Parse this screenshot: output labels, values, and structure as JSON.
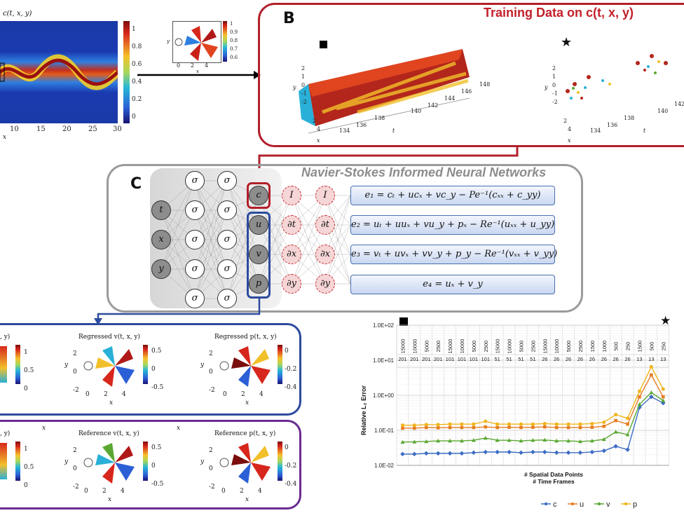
{
  "panelA": {
    "main_title": "c(t, x, y)",
    "x_ticks": [
      "10",
      "15",
      "20",
      "25",
      "30"
    ],
    "x_label": "x",
    "colorbar_ticks": [
      "1",
      "0.8",
      "0.6",
      "0.4",
      "0.2",
      "0"
    ],
    "inset_cbar_ticks": [
      "1",
      "0.9",
      "0.8",
      "0.7",
      "0.6"
    ],
    "inset_x_ticks": [
      "0",
      "2",
      "4"
    ],
    "inset_x_label": "x",
    "inset_y_label": "y"
  },
  "panelB": {
    "letter": "B",
    "title": "Training Data on c(t, x, y)",
    "left_t_ticks": [
      "134",
      "136",
      "138",
      "140",
      "142",
      "144",
      "146",
      "148"
    ],
    "left_y_ticks": [
      "2",
      "1",
      "0",
      "-1",
      "-2"
    ],
    "left_x_ticks": [
      "2",
      "4"
    ],
    "right_t_ticks": [
      "134",
      "136",
      "138",
      "140",
      "142"
    ],
    "right_y_ticks": [
      "2",
      "1",
      "0",
      "-1",
      "-2"
    ],
    "right_x_ticks": [
      "2",
      "4"
    ],
    "t_label": "t",
    "y_label": "y",
    "x_label": "x"
  },
  "panelC": {
    "letter": "C",
    "title": "Navier-Stokes Informed Neural Networks",
    "inputs": [
      "t",
      "x",
      "y"
    ],
    "hidden": "σ",
    "outputs": [
      "c",
      "u",
      "v",
      "p"
    ],
    "op_layer1": [
      "I",
      "∂t",
      "∂x",
      "∂y"
    ],
    "op_layer2": [
      "I",
      "∂t",
      "∂x",
      "∂y"
    ],
    "equations": [
      "e₁ = cₜ + ucₓ + vc_y − Pe⁻¹(cₓₓ + c_yy)",
      "e₂ = uₜ + uuₓ + vu_y + pₓ − Re⁻¹(uₓₓ + u_yy)",
      "e₃ = vₜ + uvₓ + vv_y + p_y − Re⁻¹(vₓₓ + v_yy)",
      "e₄ = uₓ + v_y"
    ]
  },
  "regressed": {
    "left_title": ", y)",
    "v_title": "Regressed v(t, x, y)",
    "p_title": "Regressed p(t, x, y)",
    "left_cbar": [
      "1",
      "0.5",
      "0"
    ],
    "v_cbar": [
      "0.5",
      "0",
      "-0.5"
    ],
    "p_cbar": [
      "0",
      "-0.2",
      "-0.4"
    ],
    "y_ticks": [
      "2",
      "0",
      "-2"
    ],
    "x_ticks": [
      "0",
      "2",
      "4"
    ],
    "x_label": "x",
    "y_label": "y"
  },
  "reference": {
    "left_title": ", y)",
    "v_title": "Reference v(t, x, y)",
    "p_title": "Reference p(t, x, y)",
    "left_cbar": [
      "1",
      "0.5",
      "0"
    ],
    "v_cbar": [
      "0.5",
      "0",
      "-0.5"
    ],
    "p_cbar": [
      "0",
      "-0.2",
      "-0.4"
    ],
    "y_ticks": [
      "2",
      "0",
      "-2"
    ],
    "x_ticks": [
      "0",
      "2",
      "4"
    ],
    "x_label": "x",
    "y_label": "y",
    "stray_x_left": "x",
    "stray_x_mid": "x"
  },
  "chart_data": {
    "type": "line",
    "log_scale_y": true,
    "ylabel": "Relative L₂ Error",
    "xlabel_lines": [
      "# Spatial Data Points",
      "# Time Frames"
    ],
    "y_ticks": [
      "1.0E+02",
      "1.0E+01",
      "1.0E+00",
      "1.0E-01",
      "1.0E-02"
    ],
    "ylim": [
      0.01,
      100
    ],
    "spatial_points": [
      "15000",
      "10000",
      "5000",
      "2500",
      "15000",
      "10000",
      "5000",
      "2500",
      "15000",
      "10000",
      "5000",
      "2500",
      "15000",
      "10000",
      "5000",
      "2500",
      "1500",
      "1000",
      "500",
      "250",
      "1500",
      "500",
      "250"
    ],
    "time_frames": [
      "201",
      "201",
      "201",
      "201",
      "101",
      "101",
      "101",
      "101",
      "51",
      "51",
      "51",
      "51",
      "26",
      "26",
      "26",
      "26",
      "26",
      "26",
      "26",
      "26",
      "13",
      "13",
      "13"
    ],
    "series": [
      {
        "name": "c",
        "color": "#3b6cc4",
        "values": [
          0.021,
          0.021,
          0.022,
          0.022,
          0.022,
          0.022,
          0.023,
          0.024,
          0.024,
          0.024,
          0.023,
          0.024,
          0.024,
          0.023,
          0.023,
          0.023,
          0.024,
          0.026,
          0.035,
          0.028,
          0.45,
          0.9,
          0.6
        ]
      },
      {
        "name": "u",
        "color": "#e67e22",
        "values": [
          0.115,
          0.115,
          0.12,
          0.118,
          0.12,
          0.12,
          0.12,
          0.125,
          0.12,
          0.122,
          0.12,
          0.122,
          0.125,
          0.12,
          0.12,
          0.12,
          0.122,
          0.13,
          0.19,
          0.15,
          0.9,
          3.8,
          0.9
        ]
      },
      {
        "name": "v",
        "color": "#5aa832",
        "values": [
          0.046,
          0.047,
          0.048,
          0.05,
          0.05,
          0.05,
          0.052,
          0.06,
          0.052,
          0.052,
          0.05,
          0.052,
          0.053,
          0.05,
          0.05,
          0.048,
          0.05,
          0.055,
          0.09,
          0.075,
          0.55,
          1.2,
          0.7
        ]
      },
      {
        "name": "p",
        "color": "#f0b41a",
        "values": [
          0.14,
          0.14,
          0.145,
          0.145,
          0.15,
          0.15,
          0.15,
          0.18,
          0.15,
          0.15,
          0.15,
          0.15,
          0.155,
          0.15,
          0.15,
          0.15,
          0.155,
          0.17,
          0.28,
          0.22,
          1.3,
          6.5,
          1.5
        ]
      }
    ],
    "legend": [
      "c",
      "u",
      "v",
      "p"
    ],
    "legend_placement": "bottom",
    "grid": true
  }
}
